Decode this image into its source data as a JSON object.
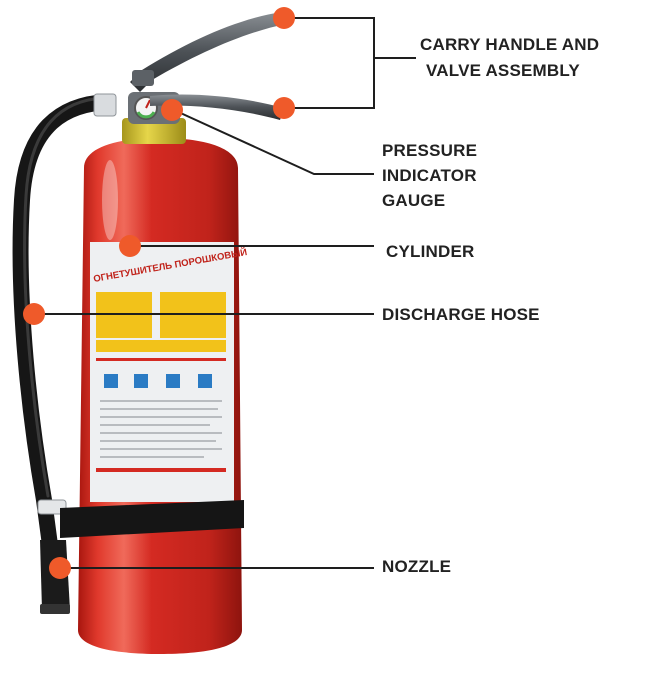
{
  "colors": {
    "cylinder_red": "#d42a22",
    "cylinder_dark": "#9c1812",
    "callout_dot": "#ef5a2a",
    "hose": "#1a1a1a",
    "valve_yellow": "#d7c52e",
    "label_panel": "#eef0f2",
    "label_yellow": "#f2c21a",
    "label_blue": "#2a7bc4"
  },
  "product_label": {
    "heading": "ОГНЕТУШИТЕЛЬ ПОРОШКОВЫЙ"
  },
  "callouts": [
    {
      "id": "carry-handle",
      "lines": [
        "CARRY HANDLE AND",
        "VALVE ASSEMBLY"
      ]
    },
    {
      "id": "pressure-gauge",
      "lines": [
        "PRESSURE",
        "INDICATOR",
        "GAUGE"
      ]
    },
    {
      "id": "cylinder",
      "lines": [
        "CYLINDER"
      ]
    },
    {
      "id": "discharge-hose",
      "lines": [
        "DISCHARGE HOSE"
      ]
    },
    {
      "id": "nozzle",
      "lines": [
        "NOZZLE"
      ]
    }
  ]
}
